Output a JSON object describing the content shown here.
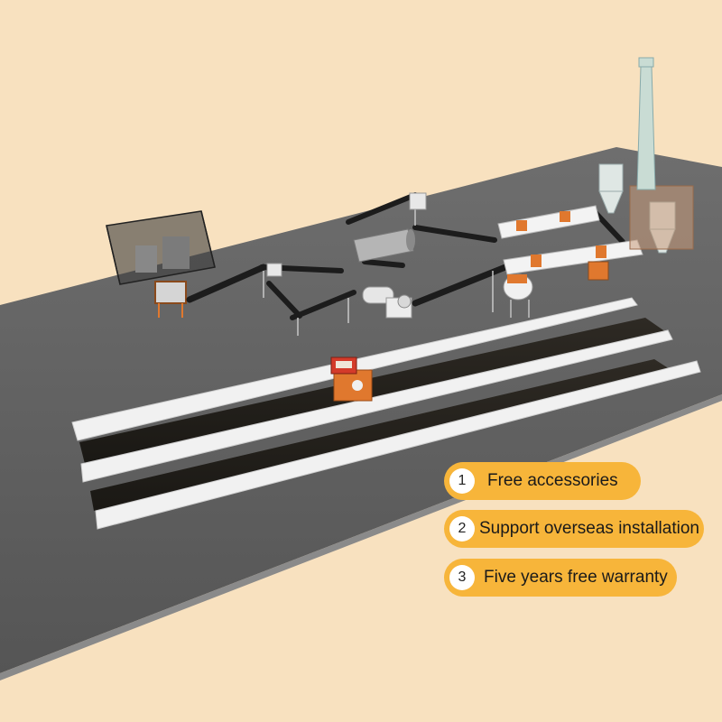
{
  "colors": {
    "background": "#f8e1bf",
    "floor": "#5d5d5d",
    "badge": "#f7b53a",
    "machine_orange": "#e0782e",
    "conveyor": "#2a2a2a",
    "chimney": "#c9dcd4"
  },
  "features": [
    {
      "number": "1",
      "text": "Free accessories"
    },
    {
      "number": "2",
      "text": "Support overseas installation"
    },
    {
      "number": "3",
      "text": "Five years free warranty"
    }
  ]
}
